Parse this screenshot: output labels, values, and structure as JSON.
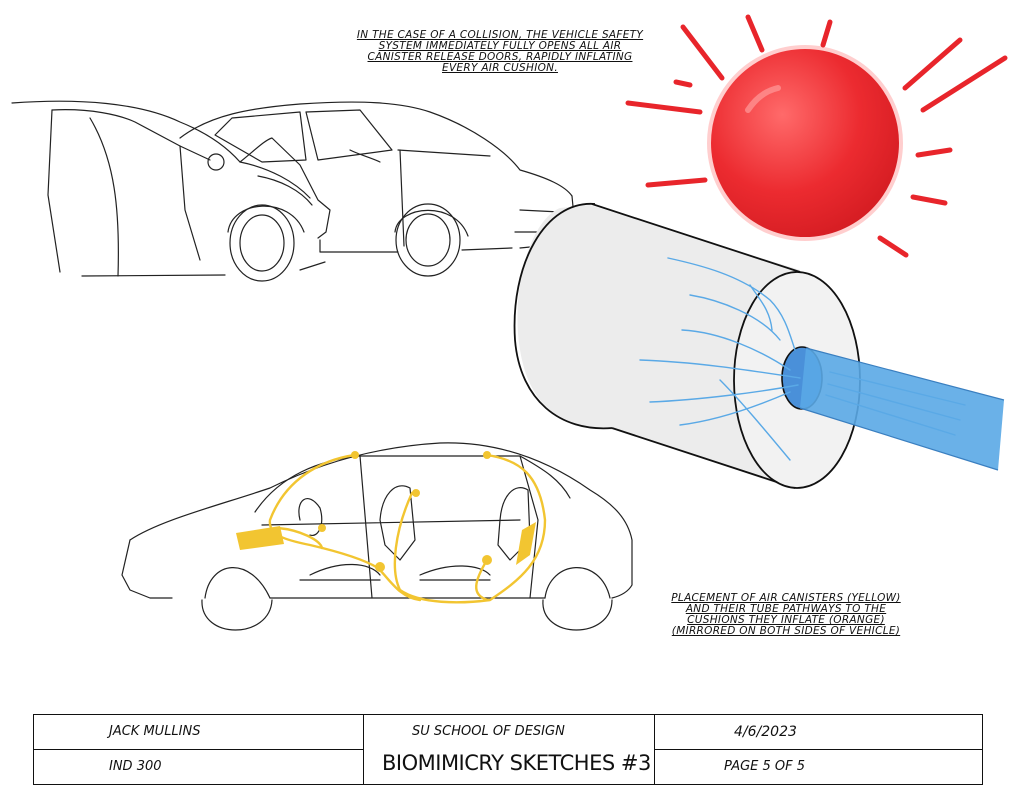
{
  "annotations": {
    "top_note_lines": [
      "In the case of a collision, the vehicle safety",
      "system immediately fully opens all air",
      "canister release doors, rapidly inflating",
      "every air cushion."
    ],
    "bottom_note_lines": [
      "Placement of air canisters (yellow)",
      "and their tube pathways to the",
      "cushions they inflate (orange)",
      "(mirrored on both sides of vehicle)"
    ]
  },
  "title_block": {
    "designer": "Jack Mullins",
    "course": "IND   300",
    "school": "SU School of Design",
    "project": "Biomimicry Sketches #3",
    "date": "4/6/2023",
    "page": "Page 5 of 5"
  },
  "colors": {
    "sun": "#e8252b",
    "canister_yellow": "#f2c531",
    "airflow_blue": "#5aa9e6",
    "ink": "#111111"
  }
}
